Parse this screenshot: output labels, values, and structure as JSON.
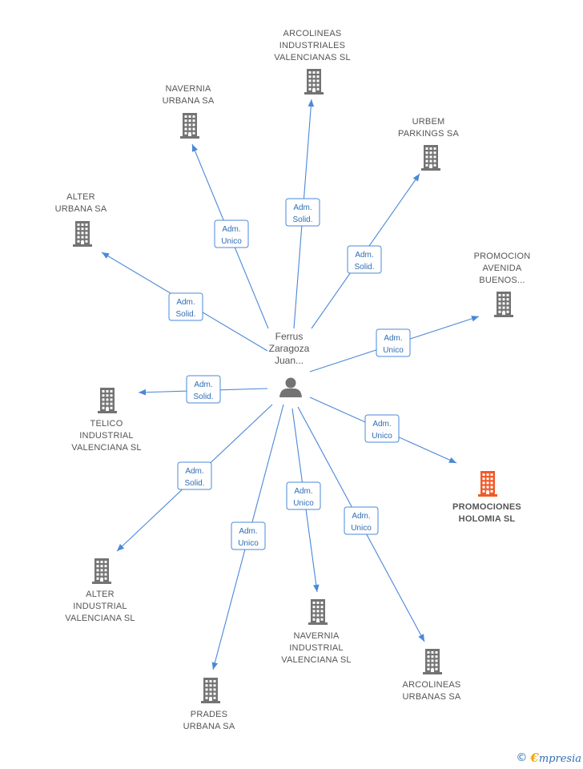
{
  "center": {
    "label_lines": [
      "Ferrus",
      "Zaragoza",
      "Juan..."
    ],
    "icon": "person-icon"
  },
  "nodes": [
    {
      "id": "arcolineas-industriales",
      "label_lines": [
        "ARCOLINEAS",
        "INDUSTRIALES",
        "VALENCIANAS SL"
      ],
      "highlight": false,
      "icon": "building-icon"
    },
    {
      "id": "navernia-urbana",
      "label_lines": [
        "NAVERNIA",
        "URBANA SA"
      ],
      "highlight": false,
      "icon": "building-icon"
    },
    {
      "id": "urbem-parkings",
      "label_lines": [
        "URBEM",
        "PARKINGS SA"
      ],
      "highlight": false,
      "icon": "building-icon"
    },
    {
      "id": "alter-urbana",
      "label_lines": [
        "ALTER",
        "URBANA SA"
      ],
      "highlight": false,
      "icon": "building-icon"
    },
    {
      "id": "promocion-avenida",
      "label_lines": [
        "PROMOCION",
        "AVENIDA",
        "BUENOS..."
      ],
      "highlight": false,
      "icon": "building-icon"
    },
    {
      "id": "telico-industrial",
      "label_lines": [
        "TELICO",
        "INDUSTRIAL",
        "VALENCIANA SL"
      ],
      "highlight": false,
      "icon": "building-icon"
    },
    {
      "id": "promociones-holomia",
      "label_lines": [
        "PROMOCIONES",
        "HOLOMIA SL"
      ],
      "highlight": true,
      "icon": "building-icon"
    },
    {
      "id": "alter-industrial",
      "label_lines": [
        "ALTER",
        "INDUSTRIAL",
        "VALENCIANA SL"
      ],
      "highlight": false,
      "icon": "building-icon"
    },
    {
      "id": "navernia-industrial",
      "label_lines": [
        "NAVERNIA",
        "INDUSTRIAL",
        "VALENCIANA SL"
      ],
      "highlight": false,
      "icon": "building-icon"
    },
    {
      "id": "arcolineas-urbanas",
      "label_lines": [
        "ARCOLINEAS",
        "URBANAS SA"
      ],
      "highlight": false,
      "icon": "building-icon"
    },
    {
      "id": "prades-urbana",
      "label_lines": [
        "PRADES",
        "URBANA SA"
      ],
      "highlight": false,
      "icon": "building-icon"
    }
  ],
  "edges": [
    {
      "to": "arcolineas-industriales",
      "role_lines": [
        "Adm.",
        "Solid."
      ]
    },
    {
      "to": "navernia-urbana",
      "role_lines": [
        "Adm.",
        "Unico"
      ]
    },
    {
      "to": "urbem-parkings",
      "role_lines": [
        "Adm.",
        "Solid."
      ]
    },
    {
      "to": "alter-urbana",
      "role_lines": [
        "Adm.",
        "Solid."
      ]
    },
    {
      "to": "promocion-avenida",
      "role_lines": [
        "Adm.",
        "Unico"
      ]
    },
    {
      "to": "telico-industrial",
      "role_lines": [
        "Adm.",
        "Solid."
      ]
    },
    {
      "to": "promociones-holomia",
      "role_lines": [
        "Adm.",
        "Unico"
      ]
    },
    {
      "to": "alter-industrial",
      "role_lines": [
        "Adm.",
        "Solid."
      ]
    },
    {
      "to": "navernia-industrial",
      "role_lines": [
        "Adm.",
        "Unico"
      ]
    },
    {
      "to": "arcolineas-urbanas",
      "role_lines": [
        "Adm.",
        "Unico"
      ]
    },
    {
      "to": "prades-urbana",
      "role_lines": [
        "Adm.",
        "Unico"
      ]
    }
  ],
  "footer": {
    "copyright": "©",
    "brand_initial": "€",
    "brand_rest": "mpresia"
  },
  "colors": {
    "edge": "#4a88d8",
    "building": "#737373",
    "highlight": "#f05a2a",
    "text": "#555555"
  }
}
